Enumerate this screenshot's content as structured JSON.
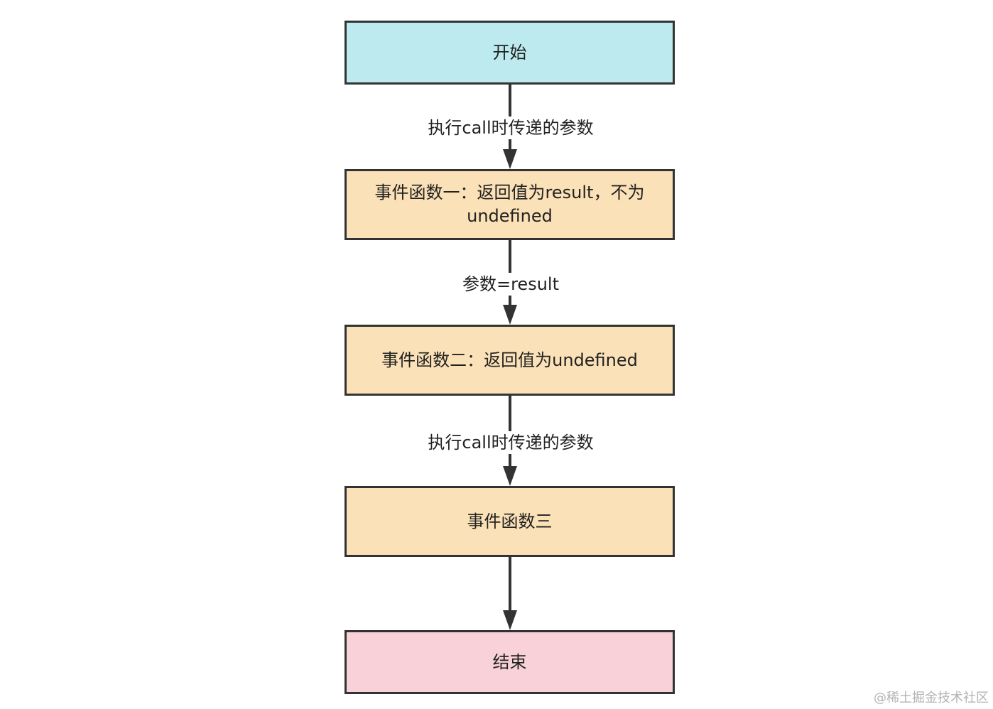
{
  "colors": {
    "start_fill": "#bdeaef",
    "function_fill": "#fbe1b7",
    "end_fill": "#f8d2d8",
    "stroke": "#333333"
  },
  "nodes": {
    "start": "开始",
    "fn1_line1": "事件函数一：返回值为result，不为",
    "fn1_line2": "undefined",
    "fn2": "事件函数二：返回值为undefined",
    "fn3": "事件函数三",
    "end": "结束"
  },
  "edges": [
    {
      "label": "执行call时传递的参数"
    },
    {
      "label": "参数=result"
    },
    {
      "label": "执行call时传递的参数"
    },
    {
      "label": ""
    }
  ],
  "watermark": "@稀土掘金技术社区"
}
